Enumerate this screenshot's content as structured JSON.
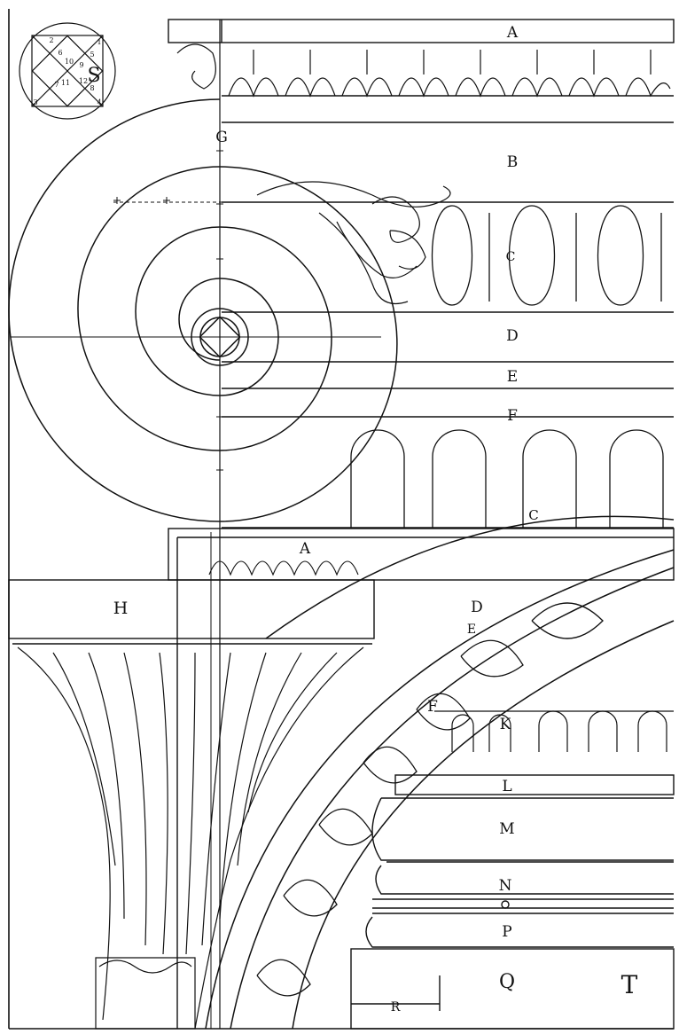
{
  "plate": {
    "labels": {
      "A_top": "A",
      "B": "B",
      "C_top": "C",
      "D_top": "D",
      "E_top": "E",
      "F_top": "F",
      "G": "G",
      "S": "S",
      "A_lower": "A",
      "C_lower": "C",
      "D_lower": "D",
      "E_lower": "E",
      "F_lower": "F",
      "H": "H",
      "K": "K",
      "L": "L",
      "M": "M",
      "N": "N",
      "P": "P",
      "Q": "Q",
      "R": "R",
      "T": "T"
    },
    "diagram_numbers": {
      "n1": "1",
      "n2": "2",
      "n3": "3",
      "n4": "4",
      "n5": "5",
      "n6": "6",
      "n7": "7",
      "n8": "8",
      "n9": "9",
      "n10": "10",
      "n11": "11",
      "n12": "12"
    },
    "ink_color": "#111111",
    "paper_color": "#ffffff"
  }
}
